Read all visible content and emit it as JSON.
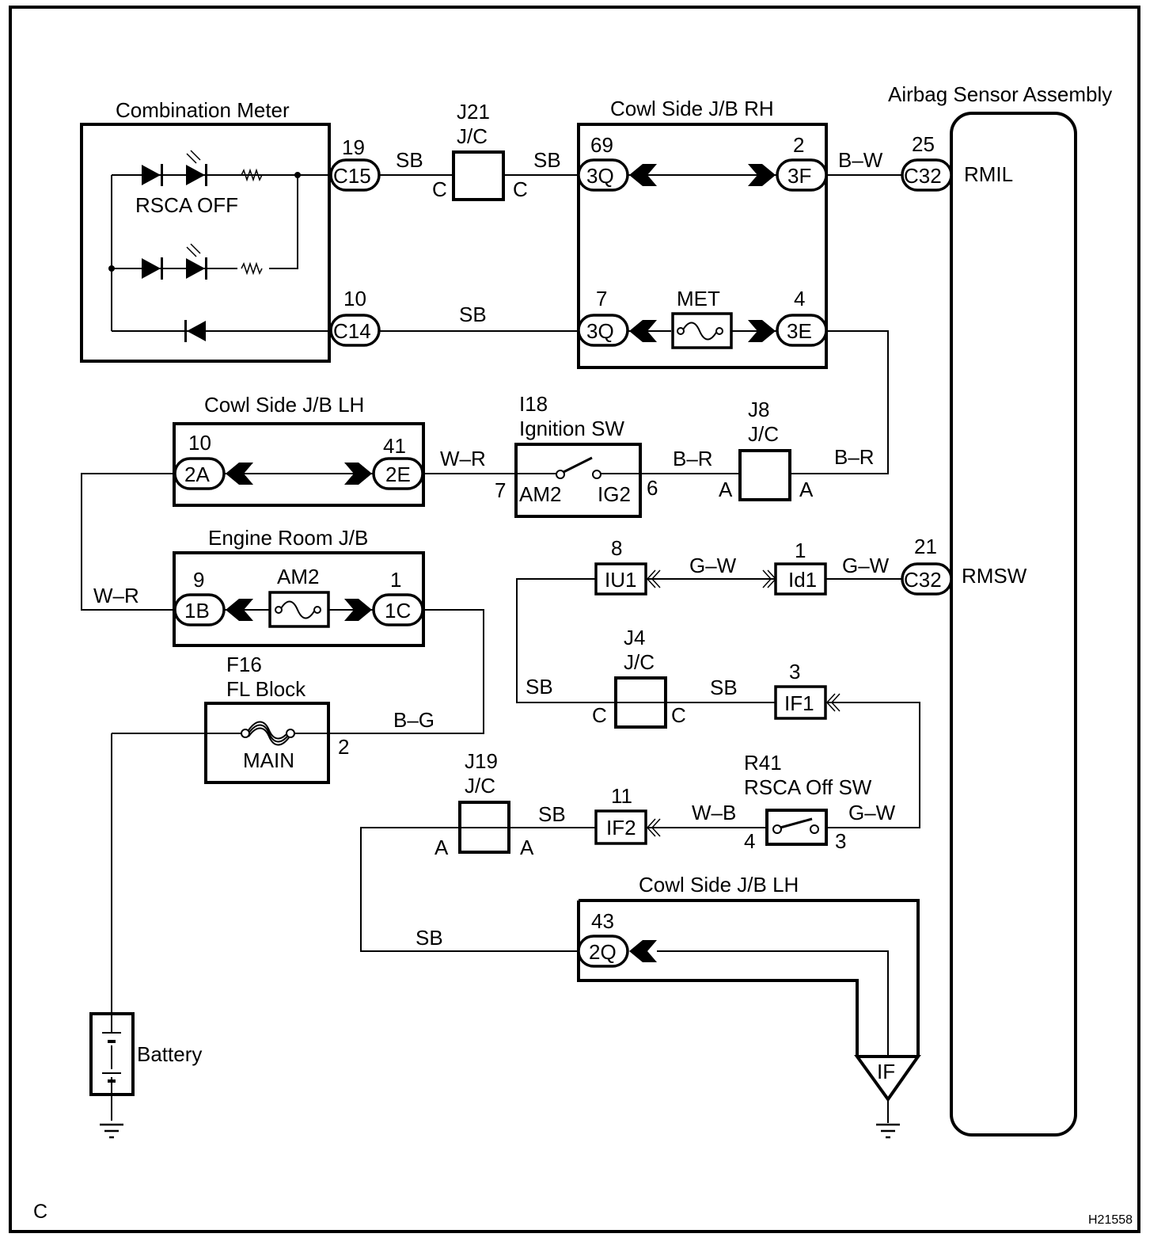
{
  "figure": {
    "code": "H21558",
    "corner_label": "C",
    "colors": {
      "line": "#000000",
      "background": "#ffffff"
    }
  },
  "components": {
    "combination_meter": {
      "title": "Combination Meter",
      "indicator_label": "RSCA OFF"
    },
    "j21": {
      "id": "J21",
      "type": "J/C",
      "pin_left": "C",
      "pin_right": "C"
    },
    "cowl_rh": {
      "title": "Cowl Side J/B RH",
      "fuse": "MET"
    },
    "airbag": {
      "title": "Airbag Sensor Assembly",
      "terminal_top": "RMIL",
      "terminal_mid": "RMSW"
    },
    "cowl_lh_top": {
      "title": "Cowl Side J/B LH"
    },
    "ignition": {
      "id": "I18",
      "name": "Ignition SW",
      "left_term": "AM2",
      "right_term": "IG2",
      "pin_left": "7",
      "pin_right": "6"
    },
    "j8": {
      "id": "J8",
      "type": "J/C",
      "pin_left": "A",
      "pin_right": "A"
    },
    "engine_room": {
      "title": "Engine Room J/B",
      "fuse": "AM2"
    },
    "fl_block": {
      "id": "F16",
      "name": "FL Block",
      "fuse": "MAIN",
      "pin": "2"
    },
    "j4": {
      "id": "J4",
      "type": "J/C",
      "pin_left": "C",
      "pin_right": "C"
    },
    "j19": {
      "id": "J19",
      "type": "J/C",
      "pin_left": "A",
      "pin_right": "A"
    },
    "r41": {
      "id": "R41",
      "name": "RSCA Off SW",
      "pin_left": "4",
      "pin_right": "3"
    },
    "cowl_lh_bottom": {
      "title": "Cowl Side J/B LH",
      "ground": "IF"
    },
    "battery": {
      "label": "Battery"
    }
  },
  "connectors": {
    "c15": {
      "code": "C15",
      "pin": "19"
    },
    "c14": {
      "code": "C14",
      "pin": "10"
    },
    "rh_3q_top": {
      "code": "3Q",
      "pin": "69"
    },
    "rh_3f": {
      "code": "3F",
      "pin": "2"
    },
    "rh_3q_bot": {
      "code": "3Q",
      "pin": "7"
    },
    "rh_3e": {
      "code": "3E",
      "pin": "4"
    },
    "c32_top": {
      "code": "C32",
      "pin": "25"
    },
    "c32_mid": {
      "code": "C32",
      "pin": "21"
    },
    "lh_2a": {
      "code": "2A",
      "pin": "10"
    },
    "lh_2e": {
      "code": "2E",
      "pin": "41"
    },
    "er_1b": {
      "code": "1B",
      "pin": "9"
    },
    "er_1c": {
      "code": "1C",
      "pin": "1"
    },
    "iu1": {
      "code": "IU1",
      "pin": "8"
    },
    "id1": {
      "code": "Id1",
      "pin": "1"
    },
    "if1": {
      "code": "IF1",
      "pin": "3"
    },
    "if2": {
      "code": "IF2",
      "pin": "11"
    },
    "lh_2q": {
      "code": "2Q",
      "pin": "43"
    }
  },
  "wires": {
    "c15_j21": "SB",
    "j21_3q": "SB",
    "3f_c32": "B–W",
    "c14_3q": "SB",
    "2e_ign": "W–R",
    "ign_j8": "B–R",
    "j8_3e": "B–R",
    "2a_1b": "W–R",
    "fl_1c": "B–G",
    "iu1_id1": "G–W",
    "id1_c32": "G–W",
    "iu1_j4": "SB",
    "j4_if1": "SB",
    "r41_if2": "W–B",
    "r41_if1": "G–W",
    "j19_if2": "SB",
    "j19_2q": "SB"
  }
}
